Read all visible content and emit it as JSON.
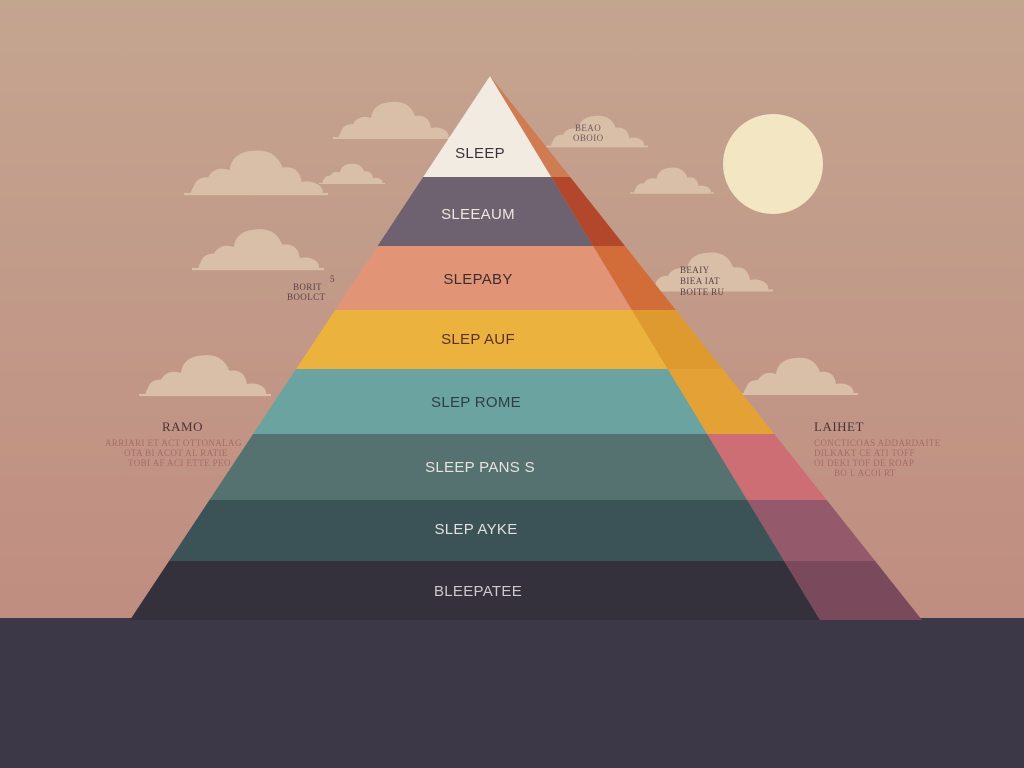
{
  "colors": {
    "sky_top": "#c4a590",
    "sky_bottom": "#c08d80",
    "ground": "#3d3848",
    "sun": "#f3e6c3",
    "cloud": "#d9bfa8"
  },
  "pyramid": {
    "apex_label": "SLEEP",
    "tiers": [
      {
        "label": "SLEEP",
        "front": "#f2ebe1",
        "side": "#d07c52",
        "text": "#3a3338"
      },
      {
        "label": "SLEEAUM",
        "front": "#6e6270",
        "side": "#b3472b",
        "text": "#f1e6dc"
      },
      {
        "label": "SLEPABY",
        "front": "#e29576",
        "side": "#d26c38",
        "text": "#3a2d2d"
      },
      {
        "label": "SLEP AUF",
        "front": "#ebb23e",
        "side": "#df9a2f",
        "text": "#5a2f2a"
      },
      {
        "label": "SLEP ROME",
        "front": "#6aa39f",
        "side": "#e4a236",
        "text": "#2f3e44"
      },
      {
        "label": "SLEEP PANS S",
        "front": "#557270",
        "side": "#cc6e73",
        "text": "#e8e3df"
      },
      {
        "label": "SLEP AYKE",
        "front": "#3b5257",
        "side": "#94596a",
        "text": "#dfe2e2"
      },
      {
        "label": "BLEEPATEE",
        "front": "#34303c",
        "side": "#7a4a5c",
        "text": "#cfc8cc"
      }
    ]
  },
  "annotations": {
    "left_upper": {
      "lines": [
        "BORIT",
        "BOOLCT"
      ],
      "mark": "5"
    },
    "left_lower": {
      "title": "RAMO",
      "lines": [
        "ARRIARI ET ACT OTTONALAG",
        "OTA BI ACOT AL RATIE",
        "TOBI AF ACI ETTE PEO"
      ]
    },
    "right_upper": {
      "lines": [
        "BEAIY",
        "BIEA IAT",
        "BOITE RU"
      ]
    },
    "right_lower": {
      "title": "LAIHET",
      "lines": [
        "CONCTICOAS ADDARDAITE",
        "DILKAKT CE ATI TOFF",
        "OI DEKI TOF DE ROAP",
        "BO L ACOI RT"
      ]
    },
    "cloud_tag": {
      "lines": [
        "BEAO",
        "OBOIO"
      ]
    }
  },
  "clouds": [
    {
      "name": "cloud-top-left"
    },
    {
      "name": "cloud-upper-left"
    },
    {
      "name": "cloud-upper-left-small"
    },
    {
      "name": "cloud-mid-left"
    },
    {
      "name": "cloud-lower-left"
    },
    {
      "name": "cloud-top-right"
    },
    {
      "name": "cloud-upper-right"
    },
    {
      "name": "cloud-mid-right"
    },
    {
      "name": "cloud-lower-right"
    }
  ],
  "icons": {
    "sun": "sun-icon",
    "cloud": "cloud-icon"
  }
}
